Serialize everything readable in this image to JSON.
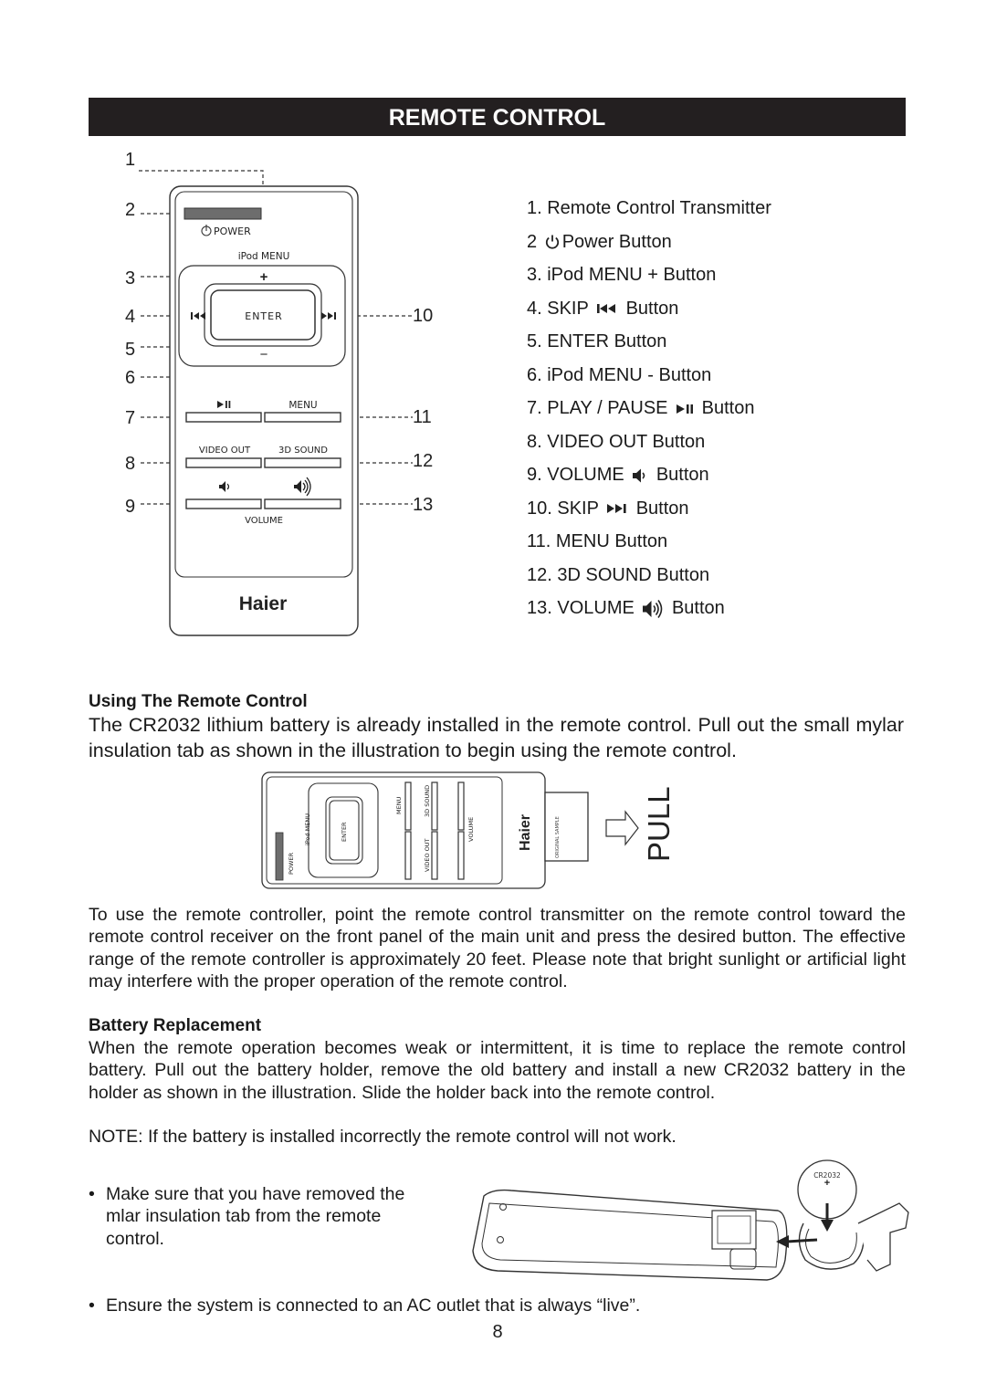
{
  "header": {
    "title": "REMOTE CONTROL"
  },
  "diagram1": {
    "callout_numbers": [
      "1",
      "2",
      "3",
      "4",
      "5",
      "6",
      "7",
      "8",
      "9",
      "10",
      "11",
      "12",
      "13"
    ],
    "labels": {
      "power": "POWER",
      "ipod_menu": "iPod MENU",
      "plus": "+",
      "minus": "−",
      "enter": "ENTER",
      "menu": "MENU",
      "video_out": "VIDEO OUT",
      "sound_3d": "3D SOUND",
      "volume": "VOLUME",
      "brand": "Haier"
    }
  },
  "legend": [
    {
      "before": "1. Remote  Control  Transmitter",
      "icon": "",
      "after": ""
    },
    {
      "before": "2 ",
      "icon": "power-icon",
      "after": "Power  Button"
    },
    {
      "before": "3. iPod MENU + Button",
      "icon": "",
      "after": ""
    },
    {
      "before": "4. SKIP ",
      "icon": "skip-back-icon",
      "after": " Button"
    },
    {
      "before": "5. ENTER Button",
      "icon": "",
      "after": ""
    },
    {
      "before": "6. iPod MENU -  Button",
      "icon": "",
      "after": ""
    },
    {
      "before": "7. PLAY / PAUSE ",
      "icon": "play-pause-icon",
      "after": " Button"
    },
    {
      "before": "8. VIDEO OUT Button",
      "icon": "",
      "after": ""
    },
    {
      "before": "9. VOLUME ",
      "icon": "volume-down-icon",
      "after": "  Button"
    },
    {
      "before": "10. SKIP ",
      "icon": "skip-forward-icon",
      "after": " Button"
    },
    {
      "before": "11. MENU Button",
      "icon": "",
      "after": ""
    },
    {
      "before": "12. 3D SOUND Button",
      "icon": "",
      "after": ""
    },
    {
      "before": "13. VOLUME ",
      "icon": "volume-up-icon",
      "after": "  Button"
    }
  ],
  "section1": {
    "heading": "Using The Remote Control",
    "intro": "The CR2032 lithium battery is already installed in the remote control. Pull out the small mylar insulation tab as shown in the illustration to begin using the remote control.",
    "body": "To use the remote controller, point the remote control transmitter on the remote control toward the remote control receiver on the front panel of the main unit and press the desired button. The effective range of the remote controller is approximately 20 feet. Please note that bright sunlight or artificial light may interfere with the proper operation of the remote control."
  },
  "diagram2": {
    "pull_label": "PULL",
    "labels": {
      "power": "POWER",
      "ipod_menu": "iPod MENU",
      "enter": "ENTER",
      "menu": "MENU",
      "sound_3d": "3D SOUND",
      "video_out": "VIDEO OUT",
      "volume": "VOLUME",
      "brand": "Haier",
      "tab_text": "ORIGINAL SAMPLE"
    }
  },
  "section2": {
    "heading": "Battery Replacement",
    "body": "When the remote operation becomes weak or intermittent, it is time to replace the remote control battery. Pull out the battery holder, remove the old battery and install a new CR2032 battery in the holder as shown in the illustration. Slide the holder back into the remote control.",
    "note": "NOTE: If the battery is installed incorrectly the remote control will not work."
  },
  "diagram3": {
    "battery_label": "CR2032",
    "battery_plus": "+"
  },
  "bullets": [
    "Make sure that you have removed the mlar insulation tab from the remote control.",
    "Ensure the system is connected to an AC outlet that is always “live”."
  ],
  "page_number": "8"
}
